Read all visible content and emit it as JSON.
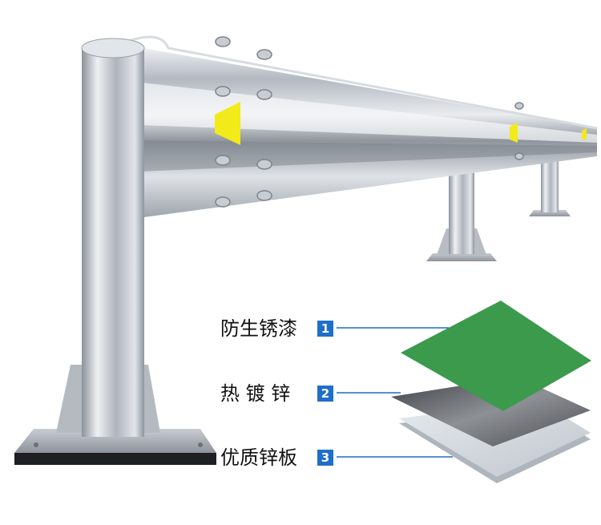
{
  "layers": [
    {
      "label": "防生锈漆",
      "badge": "1",
      "color": "#3c9a4d"
    },
    {
      "label": "热 镀 锌",
      "badge": "2",
      "color": "#5a5c60"
    },
    {
      "label": "优质锌板",
      "badge": "3",
      "color": "#d6dbe1"
    }
  ],
  "colors": {
    "reflector": "#f2ea19",
    "steel": "#c4c9d1",
    "leader_line": "#1e6fc9",
    "badge": "#1e6fc9"
  }
}
